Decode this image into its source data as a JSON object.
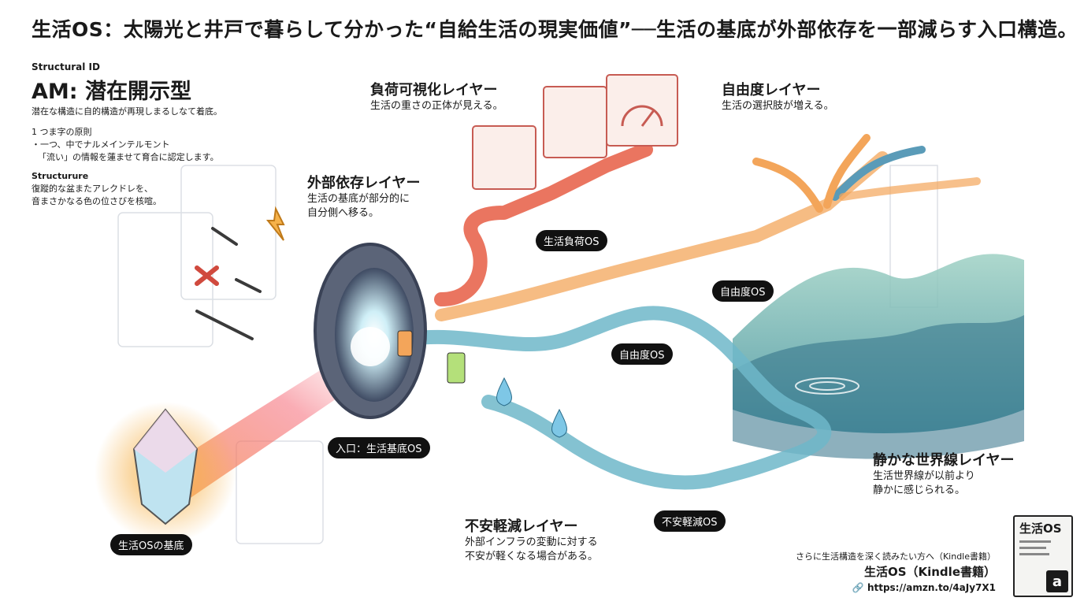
{
  "title": "生活OS：太陽光と井戸で暮らして分かった“自給生活の現実価値”──生活の基底が外部依存を一部減らす入口構造。",
  "structural": {
    "label": "Structural ID",
    "name": "AM: 潜在開示型",
    "desc": "潜在な構造に自的構造が再現しまるしなて着底。",
    "principle_title": "1 つま字の原則",
    "principle_line1": "・一つ、中でナルメインテルモント",
    "principle_line2": "「流い」の情報を蓮ませて育合に認定します。",
    "structure_title": "Structurure",
    "structure_line1": "復蹤的な盆またアレクドレを、",
    "structure_line2": "音まさかなる色の位さびを核喧。"
  },
  "layers": {
    "load": {
      "title": "負荷可視化レイヤー",
      "desc": "生活の重さの正体が見える。"
    },
    "freedom": {
      "title": "自由度レイヤー",
      "desc": "生活の選択肢が増える。"
    },
    "external": {
      "title": "外部依存レイヤー",
      "desc1": "生活の基底が部分的に",
      "desc2": "自分側へ移る。"
    },
    "anxiety": {
      "title": "不安軽減レイヤー",
      "desc1": "外部インフラの変動に対する",
      "desc2": "不安が軽くなる場合がある。"
    },
    "quiet": {
      "title": "静かな世界線レイヤー",
      "desc1": "生活世界線が以前より",
      "desc2": "静かに感じられる。"
    }
  },
  "pills": {
    "load_os": "生活負荷OS",
    "freedom_os_1": "自由度OS",
    "freedom_os_2": "自由度OS",
    "entry_os": "入口：生活基底OS",
    "anxiety_os": "不安軽減OS",
    "base": "生活OSの基底"
  },
  "ad": {
    "line": "さらに生活構造を深く読みたい方へ（Kindle書籍）",
    "title": "生活OS（Kindle書籍）",
    "url": "https://amzn.to/4aJy7X1",
    "book_title": "生活OS",
    "book_badge": "a"
  },
  "colors": {
    "load_path": "#e8664f",
    "freedom_path": "#f3a55a",
    "water_path": "#6fb7c9",
    "crystal_glow": "#f6b24a",
    "wave": "#3e8f9b"
  }
}
